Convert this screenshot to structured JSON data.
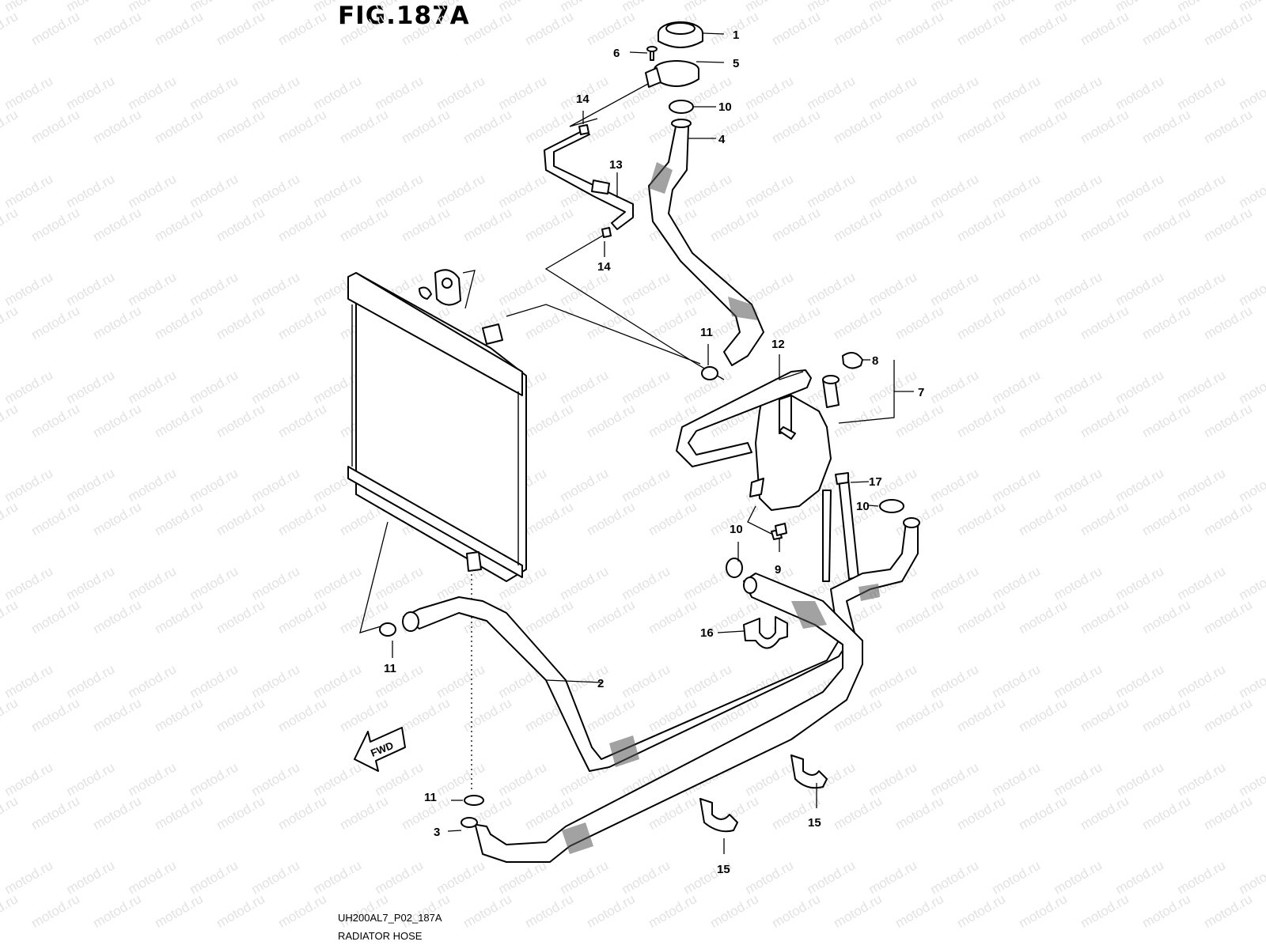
{
  "figure": {
    "title": "FIG.187A",
    "code": "UH200AL7_P02_187A",
    "name": "RADIATOR HOSE",
    "watermark": "motod.ru",
    "fwd_label": "FWD"
  },
  "callouts": [
    {
      "id": "c1",
      "label": "1"
    },
    {
      "id": "c5",
      "label": "5"
    },
    {
      "id": "c6",
      "label": "6"
    },
    {
      "id": "c10a",
      "label": "10"
    },
    {
      "id": "c14a",
      "label": "14"
    },
    {
      "id": "c4",
      "label": "4"
    },
    {
      "id": "c13",
      "label": "13"
    },
    {
      "id": "c14b",
      "label": "14"
    },
    {
      "id": "c11a",
      "label": "11"
    },
    {
      "id": "c12",
      "label": "12"
    },
    {
      "id": "c8",
      "label": "8"
    },
    {
      "id": "c7",
      "label": "7"
    },
    {
      "id": "c17",
      "label": "17"
    },
    {
      "id": "c10b",
      "label": "10"
    },
    {
      "id": "c10c",
      "label": "10"
    },
    {
      "id": "c9",
      "label": "9"
    },
    {
      "id": "c16",
      "label": "16"
    },
    {
      "id": "c2",
      "label": "2"
    },
    {
      "id": "c11b",
      "label": "11"
    },
    {
      "id": "c11c",
      "label": "11"
    },
    {
      "id": "c3",
      "label": "3"
    },
    {
      "id": "c15a",
      "label": "15"
    },
    {
      "id": "c15b",
      "label": "15"
    }
  ]
}
